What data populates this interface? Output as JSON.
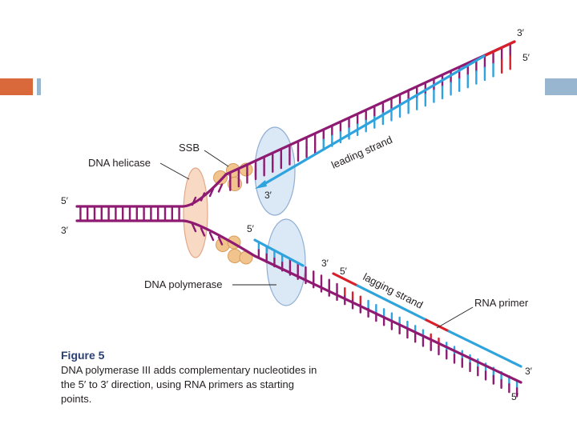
{
  "colors": {
    "template_strand": "#8e1a72",
    "new_strand": "#2ea3dd",
    "rna_primer": "#d8202b",
    "helicase": "#f7d9c4",
    "ssb": "#f2c48d",
    "polymerase": "#dbe8f6",
    "accent_orange": "#d9693a",
    "accent_blue": "#99b6d1"
  },
  "labels": {
    "ssb": "SSB",
    "dna_helicase": "DNA helicase",
    "dna_polymerase": "DNA polymerase",
    "leading_strand": "leading strand",
    "lagging_strand": "lagging strand",
    "rna_primer": "RNA primer"
  },
  "ends": {
    "left_top": "5′",
    "left_bottom": "3′",
    "top_right_3": "3′",
    "top_right_5": "5′",
    "leading_3": "3′",
    "lower_5": "5′",
    "lagging_3": "3′",
    "lagging_5": "5′",
    "bottom_right_3": "3′",
    "bottom_right_5": "5′"
  },
  "caption": {
    "title": "Figure 5",
    "text": "DNA polymerase III adds complementary nucleotides in the 5′ to 3′ direction, using RNA primers as starting points."
  }
}
